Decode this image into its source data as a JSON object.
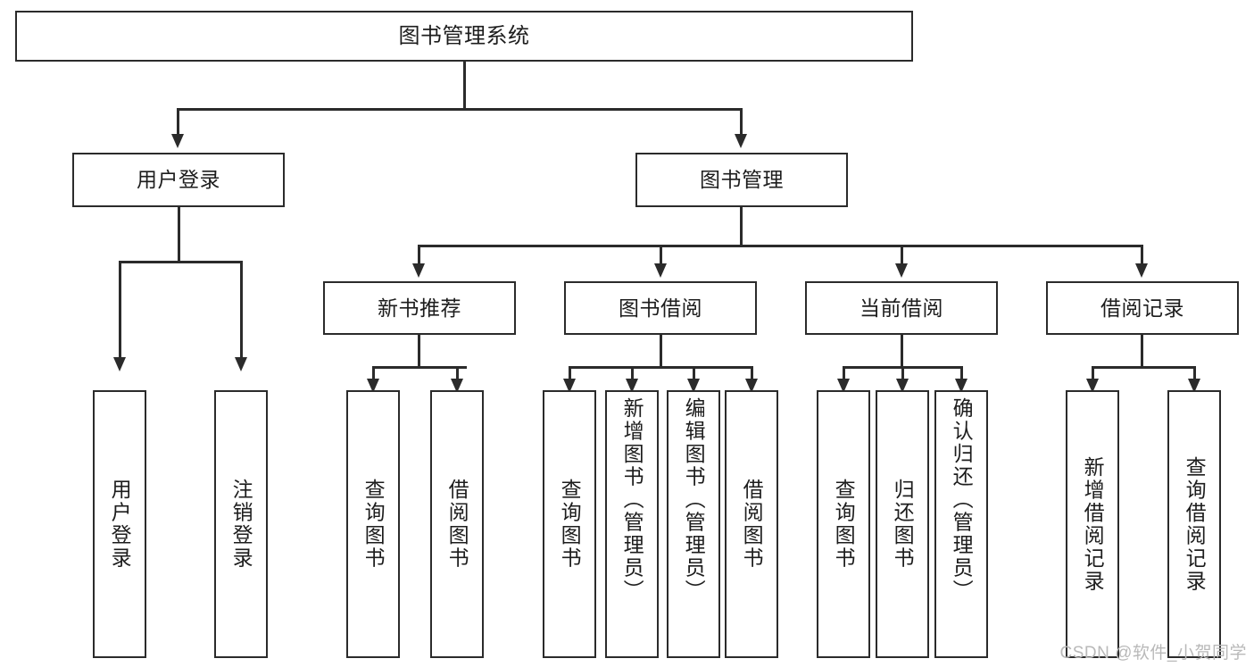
{
  "diagram": {
    "title": "图书管理系统",
    "levels": {
      "root": {
        "label": "图书管理系统"
      },
      "level2": [
        {
          "label": "用户登录"
        },
        {
          "label": "图书管理"
        }
      ],
      "level3": [
        {
          "label": "新书推荐"
        },
        {
          "label": "图书借阅"
        },
        {
          "label": "当前借阅"
        },
        {
          "label": "借阅记录"
        }
      ],
      "leaves": {
        "user_login": [
          {
            "label": "用户登录"
          },
          {
            "label": "注销登录"
          }
        ],
        "new_book_recommend": [
          {
            "label": "查询图书"
          },
          {
            "label": "借阅图书"
          }
        ],
        "book_borrow": [
          {
            "label": "查询图书"
          },
          {
            "label": "新增图书（管理员）"
          },
          {
            "label": "编辑图书（管理员）"
          },
          {
            "label": "借阅图书"
          }
        ],
        "current_borrow": [
          {
            "label": "查询图书"
          },
          {
            "label": "归还图书"
          },
          {
            "label": "确认归还（管理员）"
          }
        ],
        "borrow_record": [
          {
            "label": "新增借阅记录"
          },
          {
            "label": "查询借阅记录"
          }
        ]
      }
    },
    "watermark": "CSDN @软件_小贺同学",
    "colors": {
      "stroke": "#2b2b2b",
      "fill": "#ffffff",
      "text": "#1d1d1d",
      "watermark": "#b9b9b9"
    }
  }
}
